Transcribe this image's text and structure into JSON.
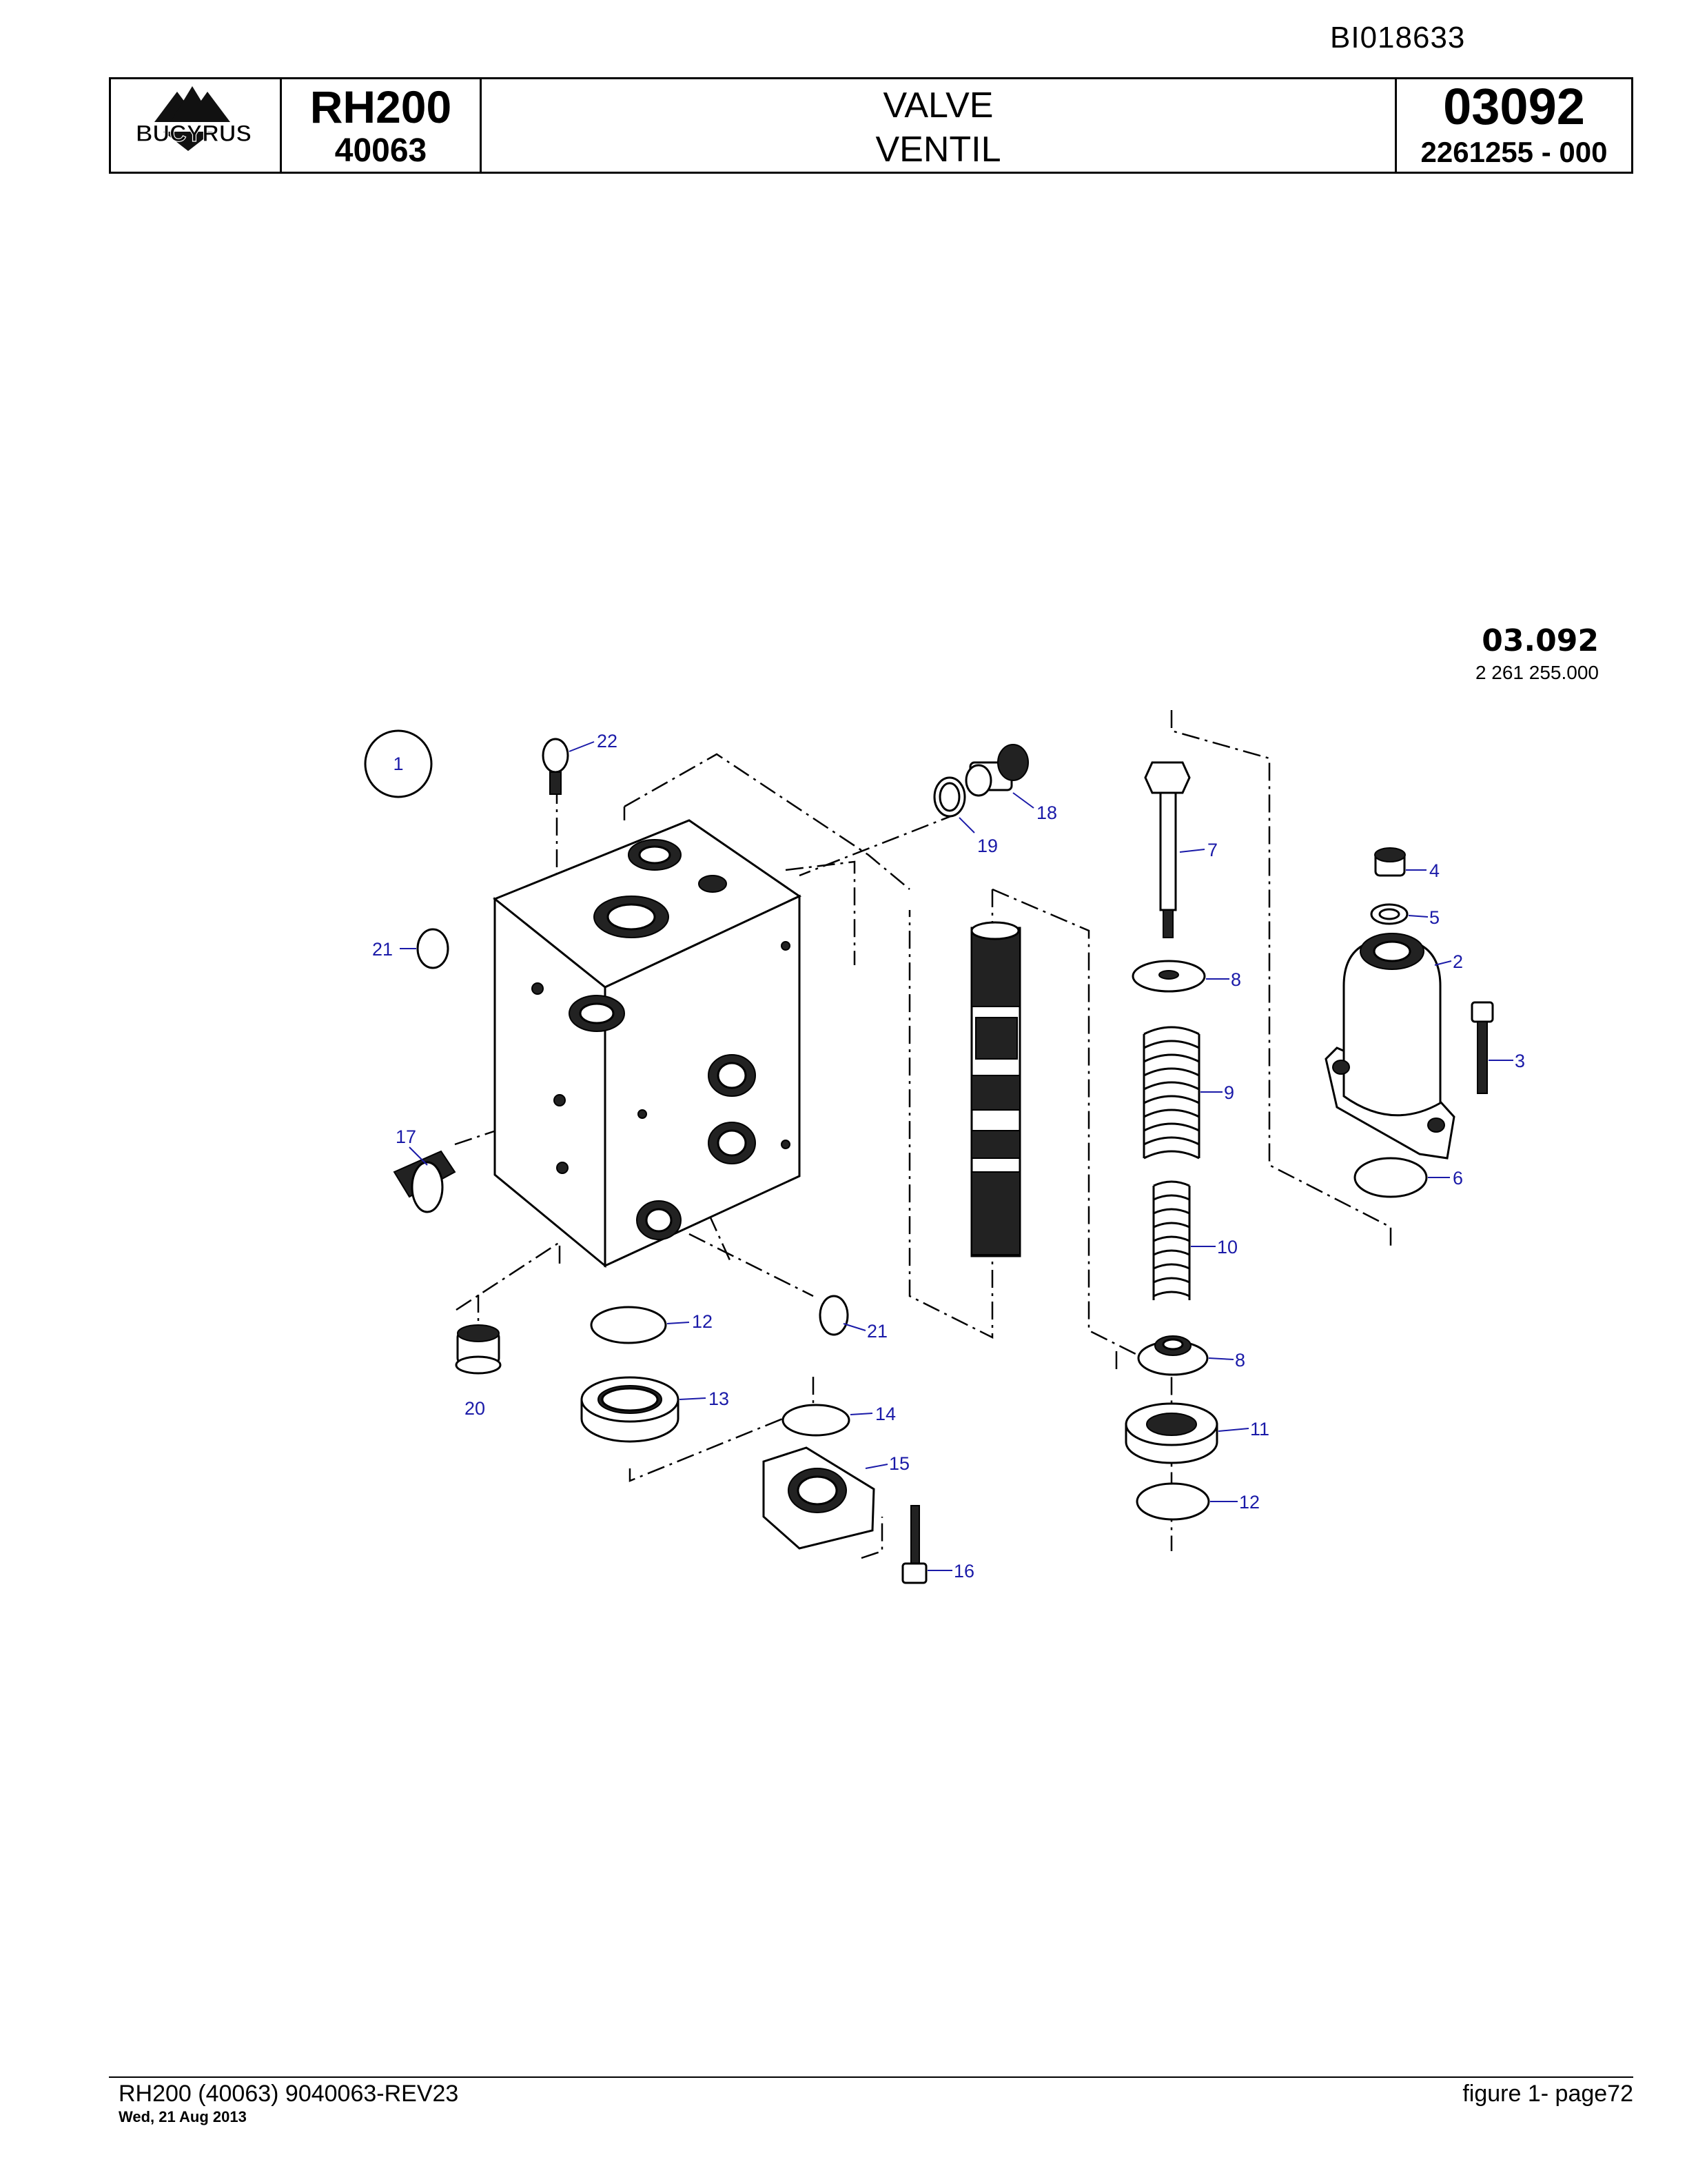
{
  "document_id": "BI018633",
  "header": {
    "brand": "BUCYRUS",
    "model": "RH200",
    "serial": "40063",
    "title_en": "VALVE",
    "title_de": "VENTIL",
    "section_code": "03092",
    "part_number": "2261255  - 000"
  },
  "figure": {
    "code": "03.092",
    "part_number": "2 261 255.000",
    "assembly_callout": "1",
    "callouts": [
      "2",
      "3",
      "4",
      "5",
      "6",
      "7",
      "8",
      "9",
      "10",
      "8",
      "11",
      "12",
      "12",
      "13",
      "14",
      "15",
      "16",
      "17",
      "18",
      "19",
      "20",
      "21",
      "21",
      "22"
    ]
  },
  "footer": {
    "doc_ref": "RH200 (40063) 9040063-REV23",
    "date": "Wed, 21 Aug 2013",
    "page_ref": "figure  1- page72"
  },
  "colors": {
    "callout_label": "#1a1aa8",
    "line_art": "#000000"
  }
}
